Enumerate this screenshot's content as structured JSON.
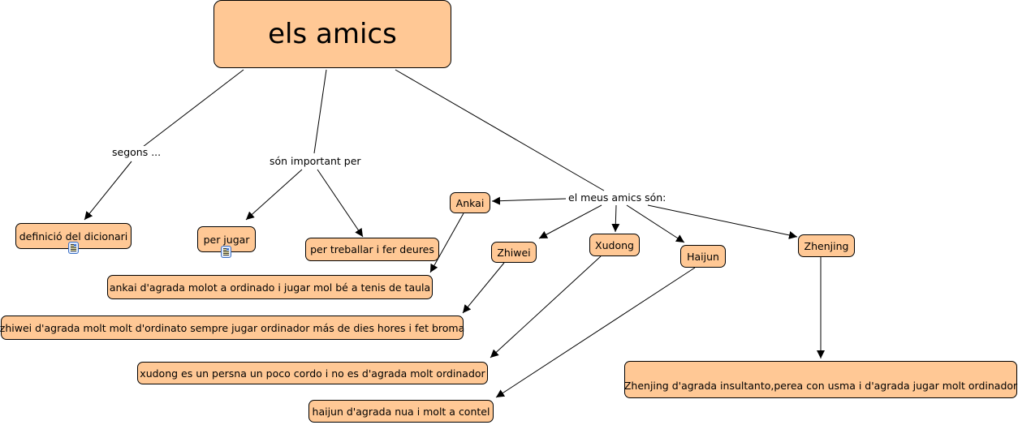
{
  "title": "els amics",
  "colors": {
    "node_fill": "#FFC895",
    "node_border": "#000000",
    "line": "#000000"
  },
  "link_labels": {
    "segons": "segons ...",
    "important": "són important per",
    "amics": "el meus amics són:"
  },
  "nodes": {
    "definicio": "definició del dicionari",
    "per_jugar": "per jugar",
    "per_treballar": "per treballar i fer deures",
    "ankai": "Ankai",
    "zhiwei": "Zhiwei",
    "xudong": "Xudong",
    "haijun": "Haijun",
    "zhenjing": "Zhenjing",
    "ankai_desc": "ankai d'agrada molot a ordinado i jugar mol bé a tenis de taula",
    "zhiwei_desc": "zhiwei d'agrada molt molt d'ordinato sempre jugar ordinador más de dies hores i fet broma",
    "xudong_desc": "xudong es un persna un poco cordo i no es d'agrada molt ordinador",
    "haijun_desc": "haijun d'agrada nua i molt a contel",
    "zhenjing_desc": "Zhenjing d'agrada insultanto,perea con usma i d'agrada jugar molt ordinador"
  },
  "resource_icons": [
    "document-image-icon",
    "document-image-icon"
  ]
}
